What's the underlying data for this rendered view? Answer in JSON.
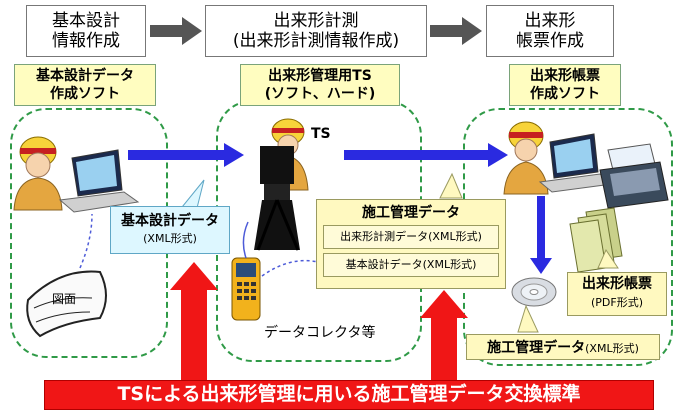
{
  "stages": [
    {
      "line1": "基本設計",
      "line2": "情報作成"
    },
    {
      "line1": "出来形計測",
      "line2": "(出来形計測情報作成)"
    },
    {
      "line1": "出来形",
      "line2": "帳票作成"
    }
  ],
  "software": [
    {
      "line1": "基本設計データ",
      "line2": "作成ソフト"
    },
    {
      "line1": "出来形管理用TS",
      "line2": "(ソフト、ハード)"
    },
    {
      "line1": "出来形帳票",
      "line2": "作成ソフト"
    }
  ],
  "labels": {
    "ts": "TS",
    "drawing": "図面",
    "collector": "データコレクタ等"
  },
  "callouts": {
    "basic_design": {
      "line1": "基本設計データ",
      "line2": "(XML形式)"
    },
    "construction_mgmt": {
      "title": "施工管理データ",
      "item1": "出来形計測データ(XML形式)",
      "item2": "基本設計データ(XML形式)"
    },
    "report": {
      "line1": "出来形帳票",
      "line2": "(PDF形式)"
    },
    "construction_mgmt_small": {
      "main": "施工管理データ",
      "fmt": "(XML形式)"
    }
  },
  "banner": "TSによる出来形管理に用いる施工管理データ交換標準",
  "colors": {
    "zone_border": "#2f9a47",
    "blue_arrow": "#2a2ae0",
    "red_arrow": "#f01616",
    "dark_arrow": "#555555"
  }
}
